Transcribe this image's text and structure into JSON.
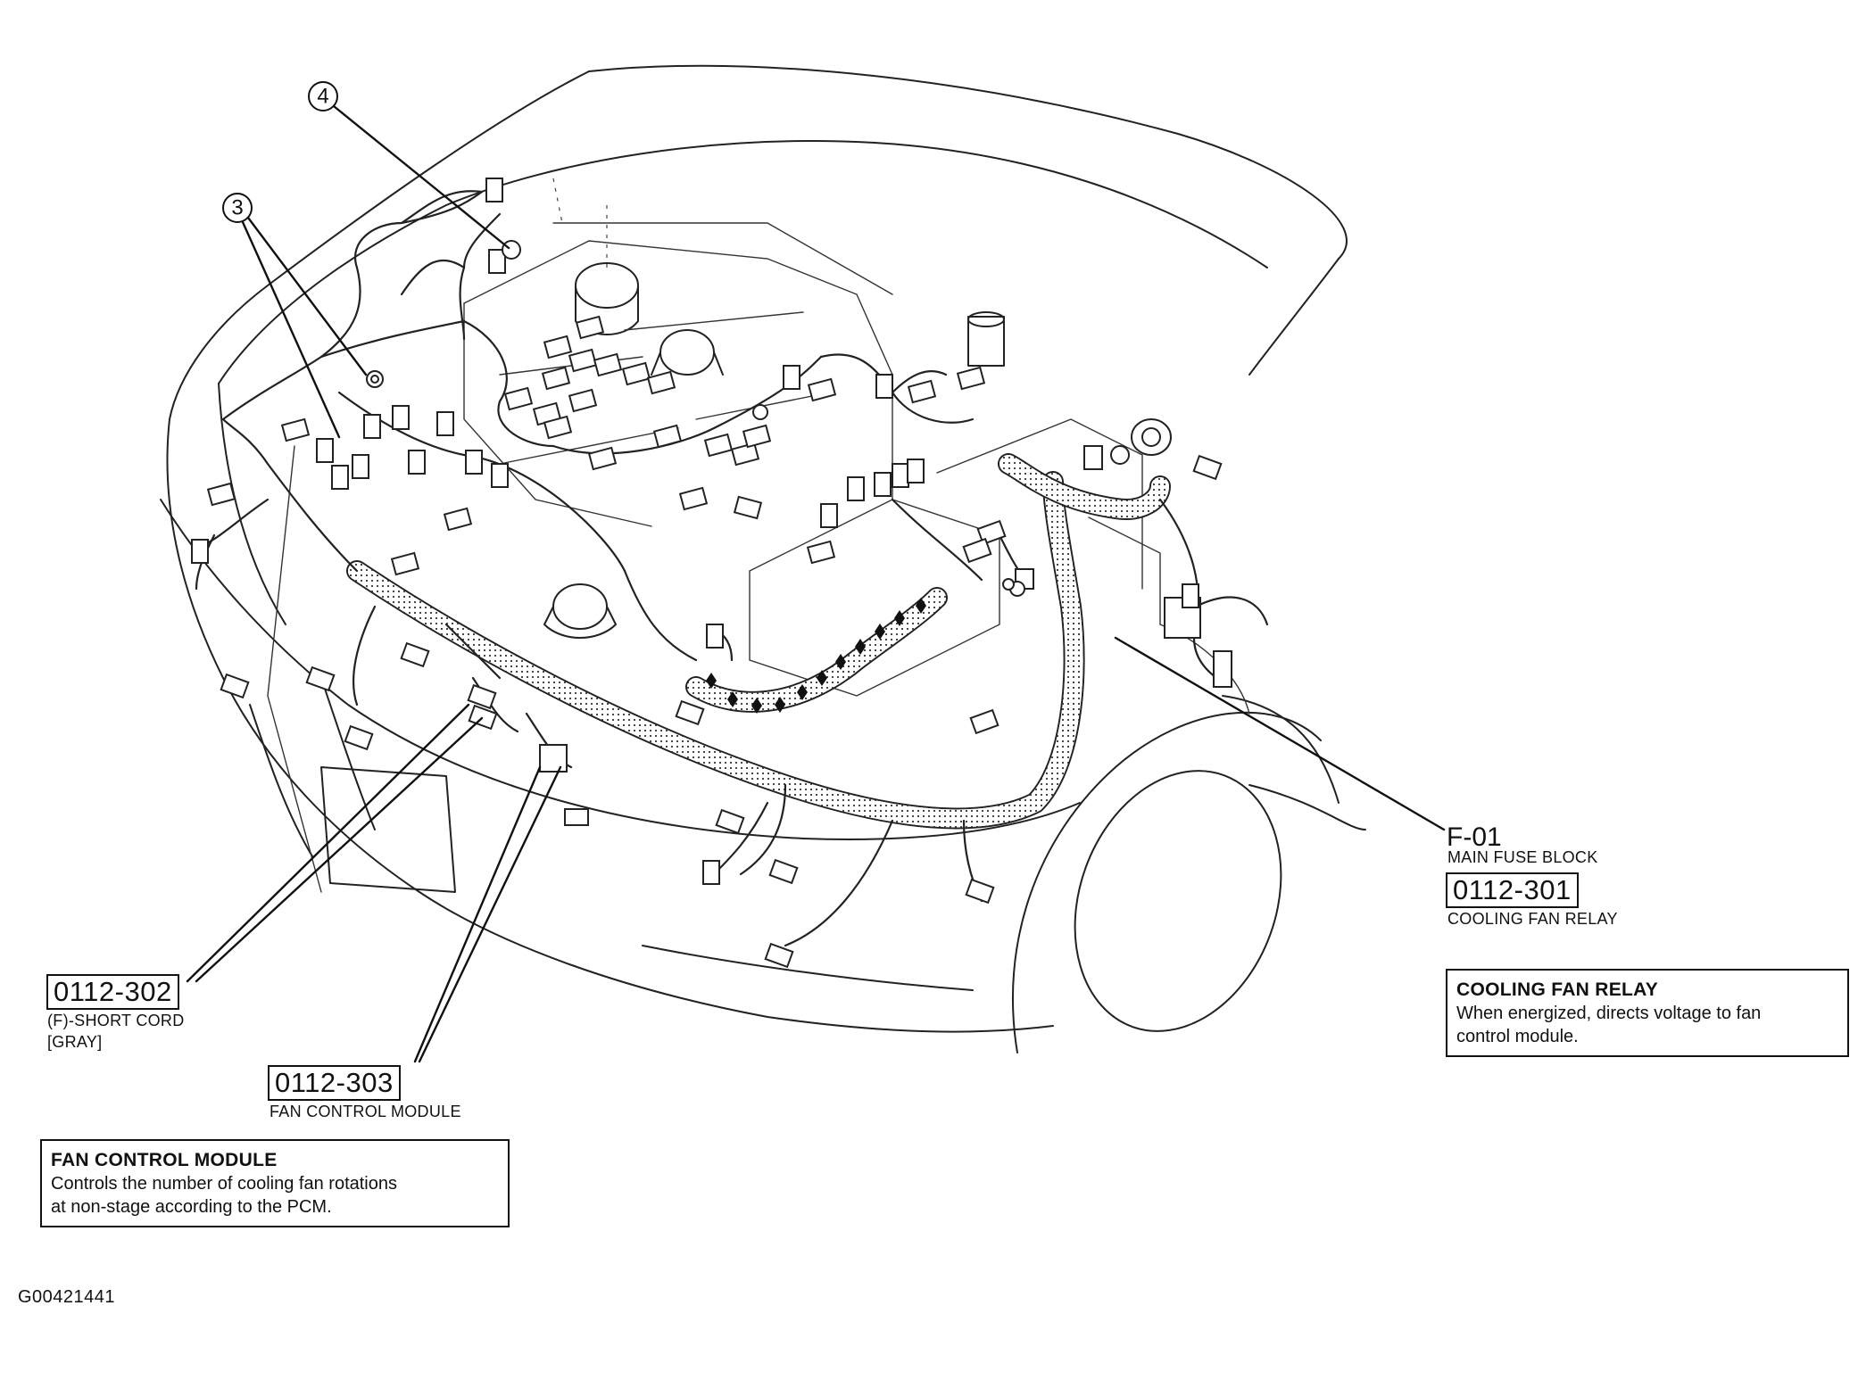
{
  "callouts": {
    "three": "3",
    "four": "4"
  },
  "fuse_block": {
    "id": "F-01",
    "label": "MAIN FUSE BLOCK"
  },
  "relay_code": {
    "code": "0112-301",
    "label": "COOLING FAN RELAY"
  },
  "short_cord": {
    "code": "0112-302",
    "label_line1": "(F)-SHORT CORD",
    "label_line2": "[GRAY]"
  },
  "fan_module_code": {
    "code": "0112-303",
    "label": "FAN CONTROL MODULE"
  },
  "relay_desc": {
    "title": "COOLING FAN RELAY",
    "line1": "When energized, directs voltage to fan",
    "line2": "control module."
  },
  "module_desc": {
    "title": "FAN CONTROL MODULE",
    "line1": "Controls the number of cooling fan rotations",
    "line2": "at non-stage according to the PCM."
  },
  "figure_id": "G00421441"
}
